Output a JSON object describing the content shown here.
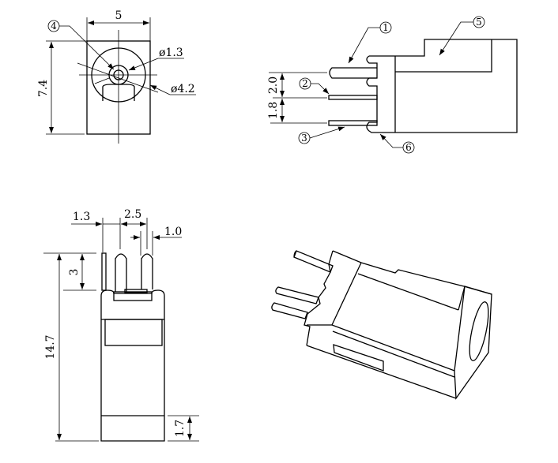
{
  "front_view": {
    "width_dim": "5",
    "height_dim": "7.4",
    "inner_diameter": "ø1.3",
    "outer_diameter": "ø4.2",
    "callout": "4"
  },
  "side_view": {
    "pin_spacing_upper": "2.0",
    "pin_spacing_lower": "1.8",
    "callouts": [
      "1",
      "2",
      "3",
      "5",
      "6"
    ]
  },
  "bottom_view": {
    "offset_dim": "1.3",
    "pitch_dim": "2.5",
    "pin_width_dim": "1.0",
    "pin_length_dim": "3",
    "total_length_dim": "14.7",
    "end_dim": "1.7"
  },
  "colors": {
    "line": "#000000",
    "background": "#ffffff"
  }
}
